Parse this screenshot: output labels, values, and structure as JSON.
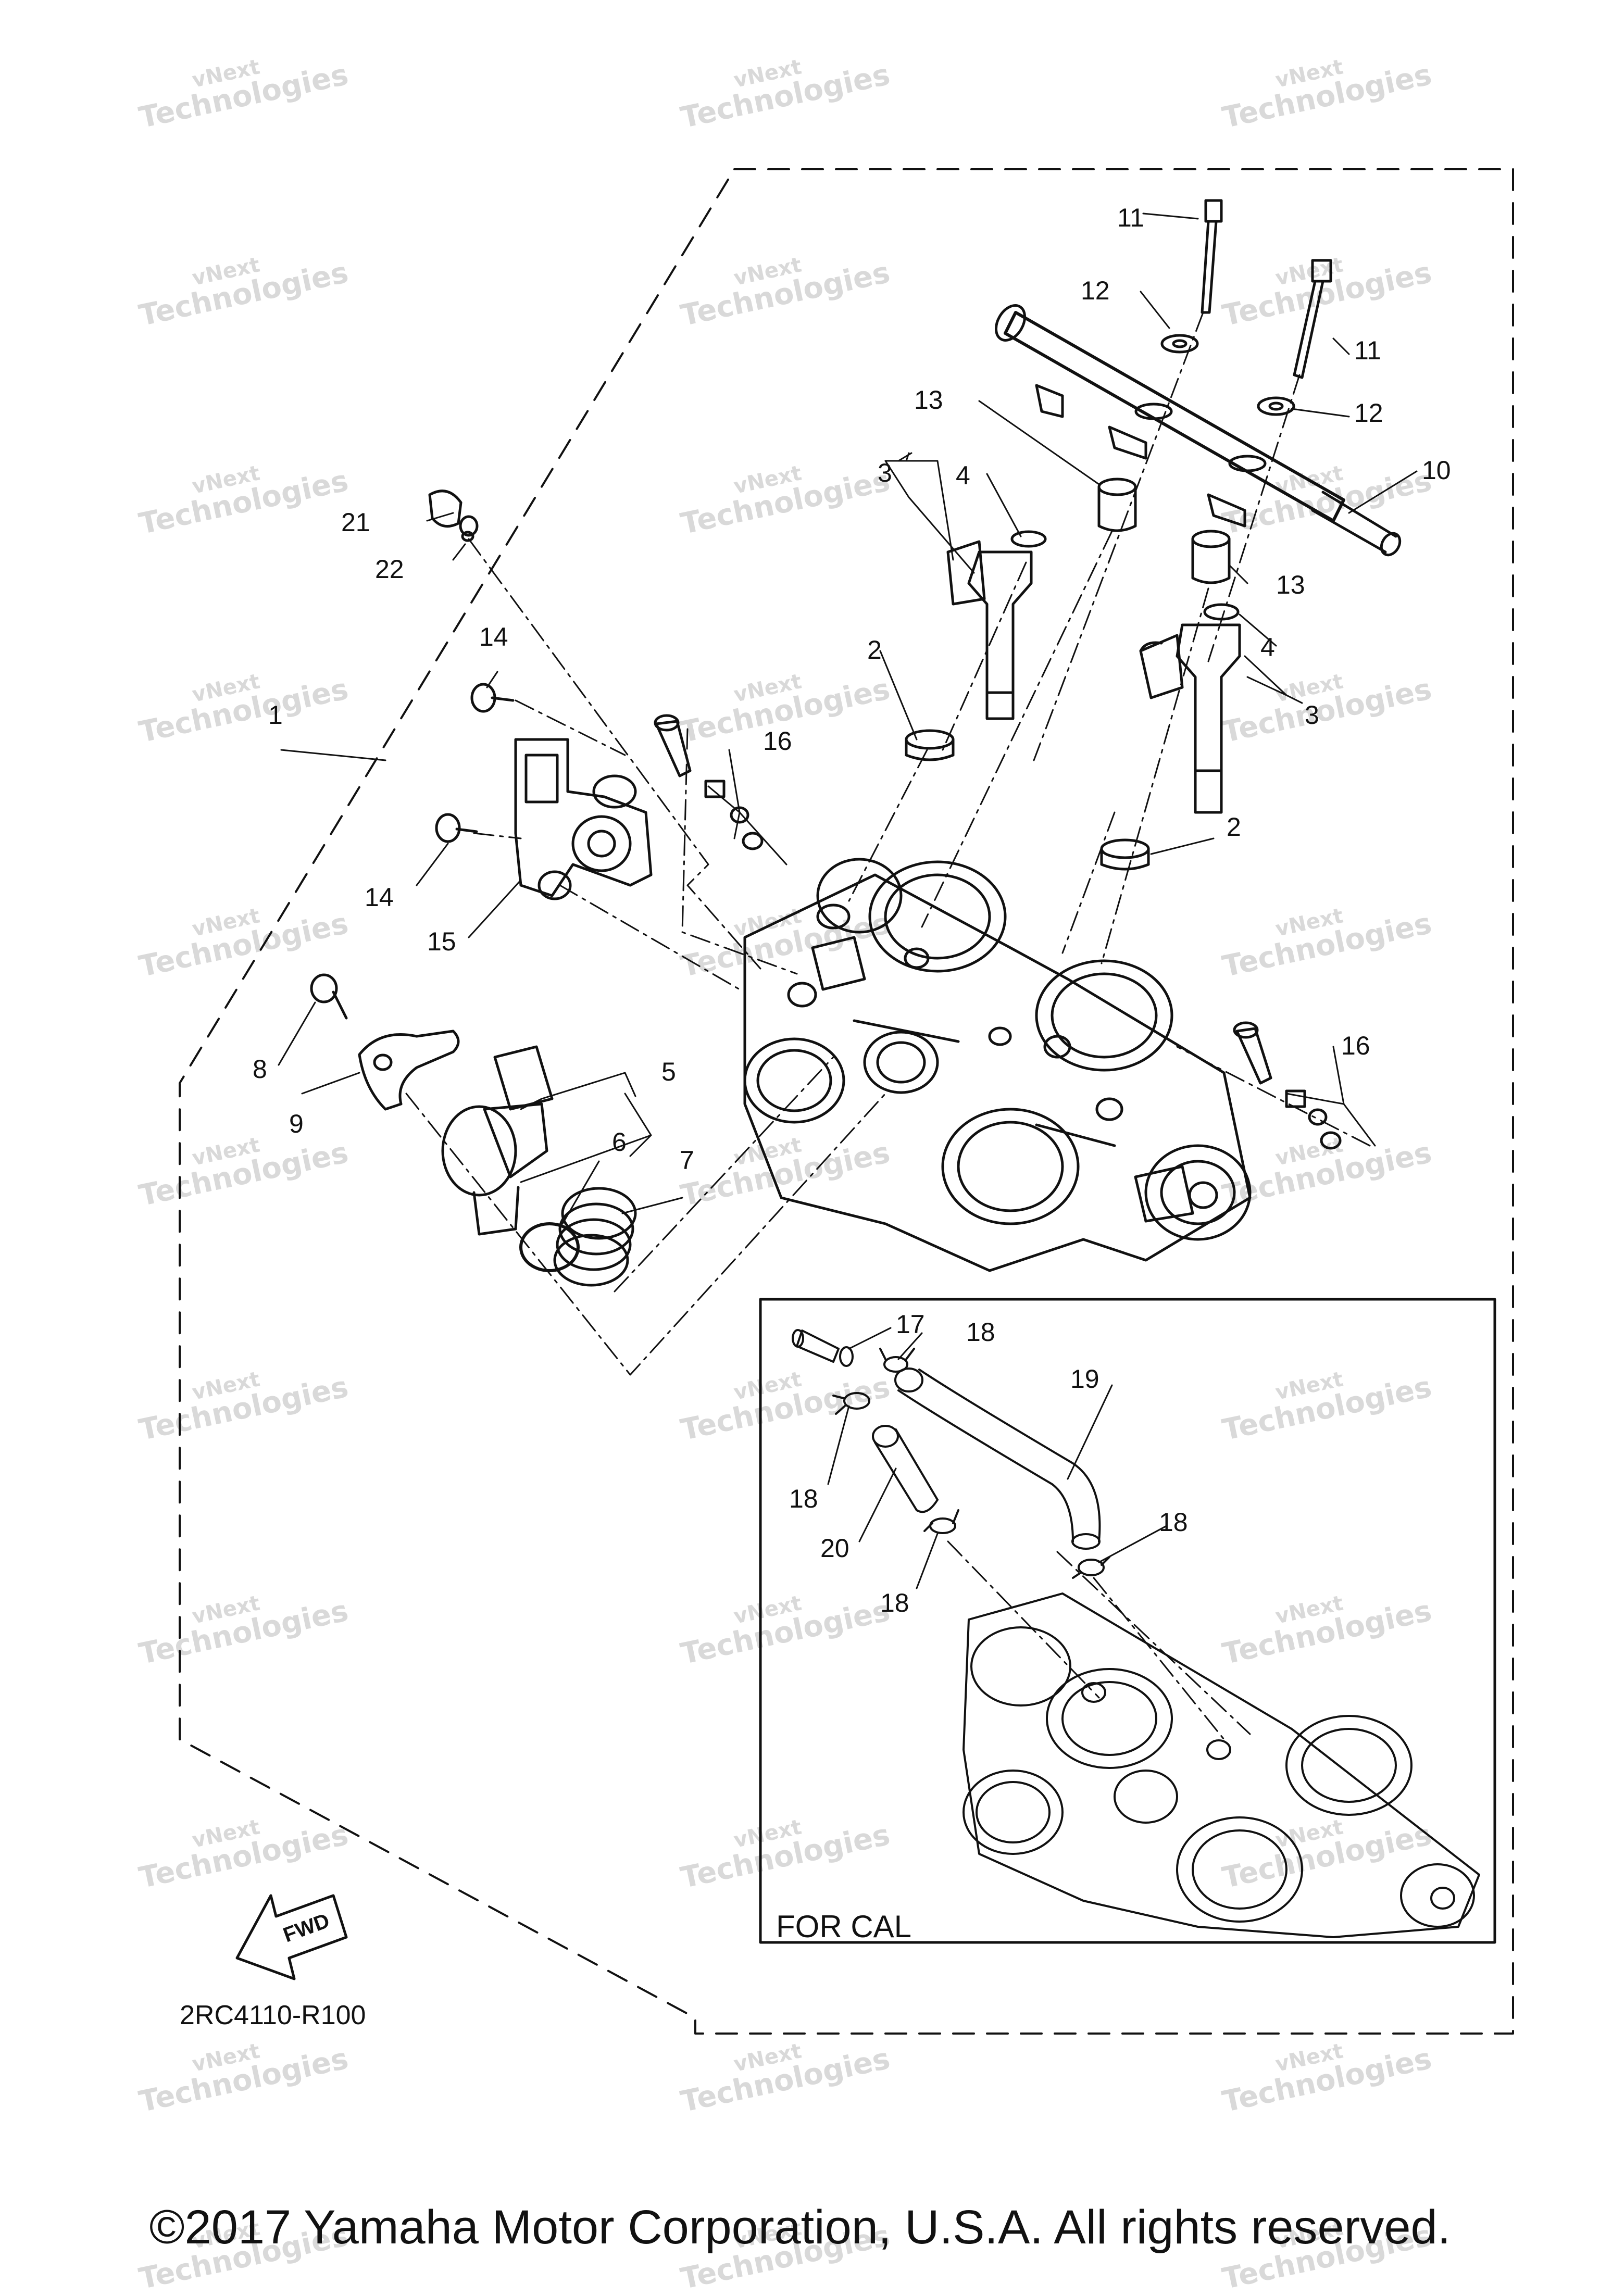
{
  "callouts": [
    {
      "id": "1a",
      "text": "1"
    },
    {
      "id": "2a",
      "text": "2"
    },
    {
      "id": "2b",
      "text": "2"
    },
    {
      "id": "3a",
      "text": "3"
    },
    {
      "id": "3b",
      "text": "3"
    },
    {
      "id": "4a",
      "text": "4"
    },
    {
      "id": "4b",
      "text": "4"
    },
    {
      "id": "5",
      "text": "5"
    },
    {
      "id": "6",
      "text": "6"
    },
    {
      "id": "7",
      "text": "7"
    },
    {
      "id": "8",
      "text": "8"
    },
    {
      "id": "9",
      "text": "9"
    },
    {
      "id": "10",
      "text": "10"
    },
    {
      "id": "11a",
      "text": "11"
    },
    {
      "id": "11b",
      "text": "11"
    },
    {
      "id": "12a",
      "text": "12"
    },
    {
      "id": "12b",
      "text": "12"
    },
    {
      "id": "13a",
      "text": "13"
    },
    {
      "id": "13b",
      "text": "13"
    },
    {
      "id": "14a",
      "text": "14"
    },
    {
      "id": "14b",
      "text": "14"
    },
    {
      "id": "15",
      "text": "15"
    },
    {
      "id": "16a",
      "text": "16"
    },
    {
      "id": "16b",
      "text": "16"
    },
    {
      "id": "17",
      "text": "17"
    },
    {
      "id": "18a",
      "text": "18"
    },
    {
      "id": "18b",
      "text": "18"
    },
    {
      "id": "18c",
      "text": "18"
    },
    {
      "id": "18d",
      "text": "18"
    },
    {
      "id": "19",
      "text": "19"
    },
    {
      "id": "20",
      "text": "20"
    },
    {
      "id": "21",
      "text": "21"
    },
    {
      "id": "22",
      "text": "22"
    }
  ],
  "inset_label": "FOR CAL",
  "fwd_label": "FWD",
  "diagram_code": "2RC4110-R100",
  "copyright": "©2017 Yamaha Motor Corporation, U.S.A. All rights reserved.",
  "watermark": {
    "line1": "vNext",
    "line2": "Technologies"
  },
  "colors": {
    "line": "#111111",
    "watermark": "#d9d9d9",
    "background": "#ffffff"
  }
}
